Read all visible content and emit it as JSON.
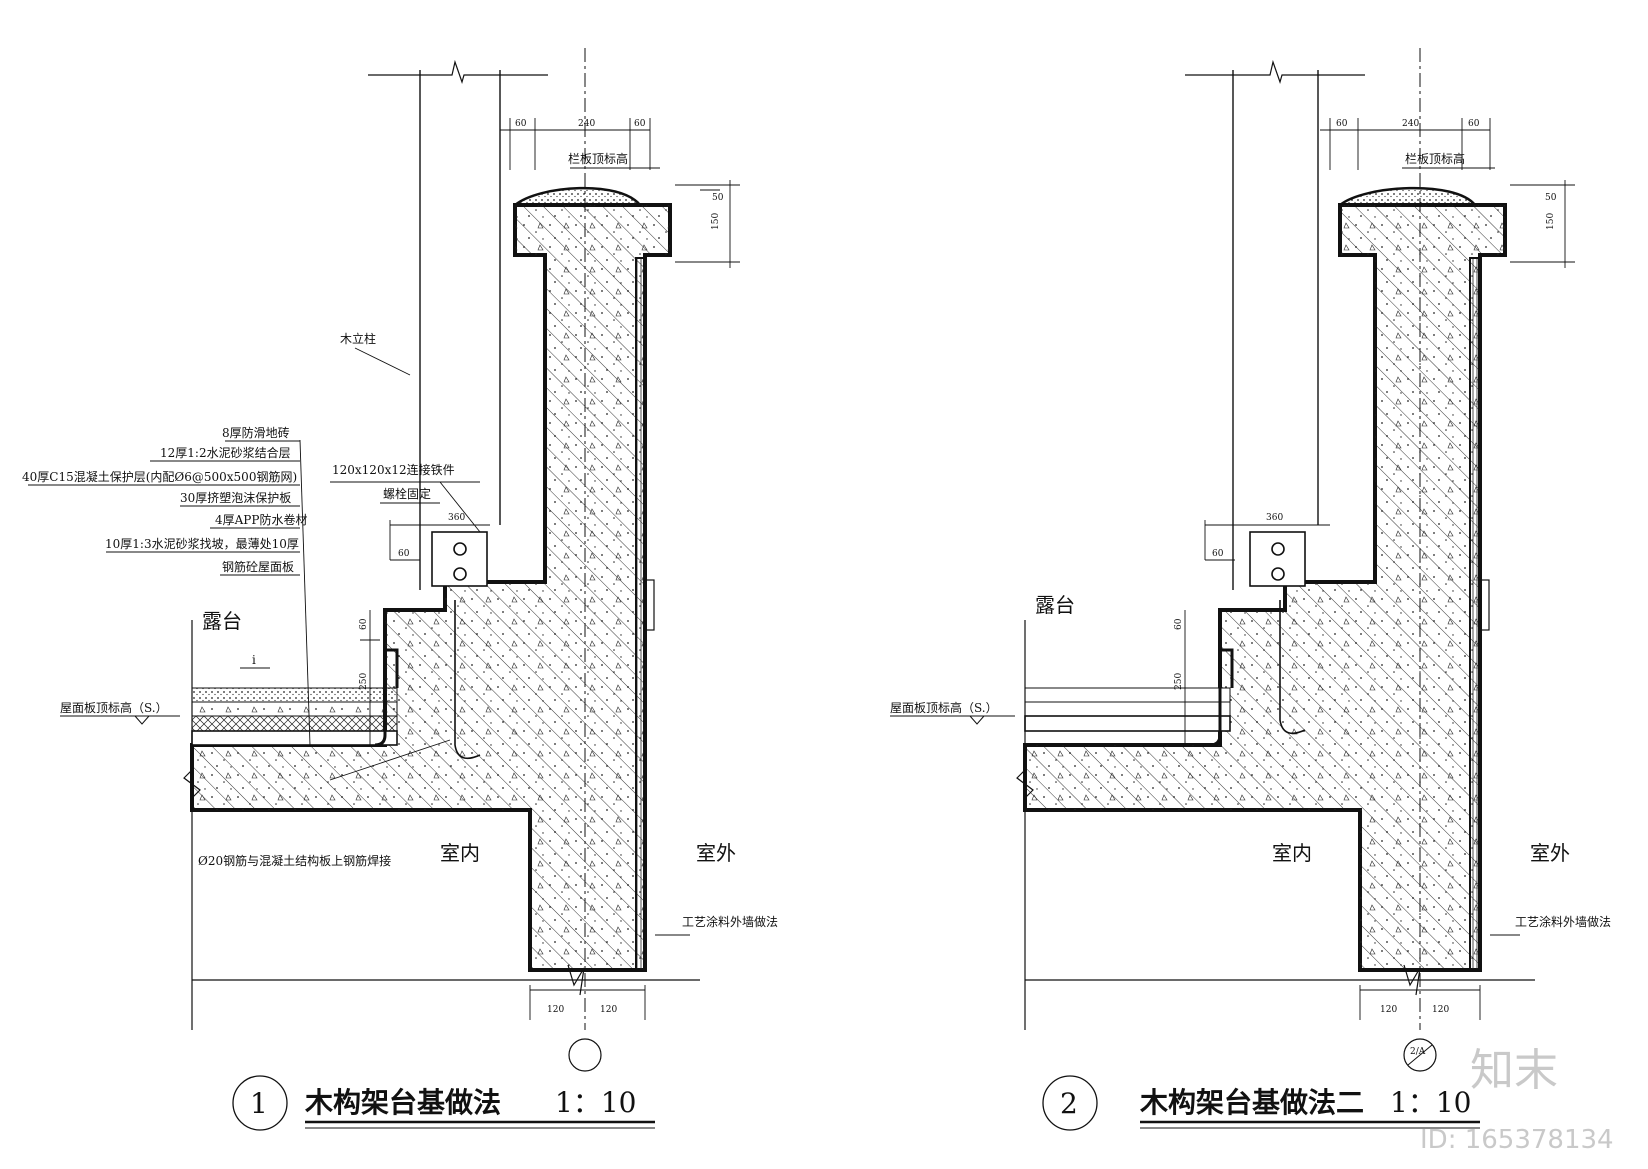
{
  "detail_1": {
    "number": "1",
    "title": "木构架台基做法",
    "scale": "1：10",
    "labels": {
      "post": "木立柱",
      "parapet_top": "栏板顶标高",
      "anchor_plate": "120x120x12连接铁件",
      "bolt": "螺栓固定",
      "terrace": "露台",
      "slope": "i",
      "roof_level": "屋面板顶标高（S.）",
      "indoor": "室内",
      "outdoor": "室外",
      "rebar_note": "Ø20钢筋与混凝土结构板上钢筋焊接",
      "finish": "工艺涂料外墙做法"
    },
    "layers": [
      "8厚防滑地砖",
      "12厚1:2水泥砂浆结合层",
      "40厚C15混凝土保护层(内配Ø6@500x500钢筋网)",
      "30厚挤塑泡沫保护板",
      "4厚APP防水卷材",
      "10厚1:3水泥砂浆找坡，最薄处10厚",
      "钢筋砼屋面板"
    ],
    "dims": {
      "left": "60",
      "wall": "240",
      "right": "60",
      "cap_top": "50",
      "cap": "150",
      "base_width": "360",
      "base_step": "60",
      "curb_a": "60",
      "curb_b": "250",
      "bottom_left": "120",
      "bottom_right": "120"
    }
  },
  "detail_2": {
    "number": "2",
    "title": "木构架台基做法二",
    "scale": "1：10",
    "labels": {
      "parapet_top": "栏板顶标高",
      "terrace": "露台",
      "roof_level": "屋面板顶标高（S.）",
      "indoor": "室内",
      "outdoor": "室外",
      "finish": "工艺涂料外墙做法",
      "axis_ref": "2/A"
    },
    "dims": {
      "left": "60",
      "wall": "240",
      "right": "60",
      "cap_top": "50",
      "cap": "150",
      "base_width": "360",
      "base_step": "60",
      "curb_a": "60",
      "curb_b": "250",
      "bottom_left": "120",
      "bottom_right": "120"
    }
  },
  "watermark": {
    "brand": "知末",
    "id": "ID: 165378134"
  }
}
